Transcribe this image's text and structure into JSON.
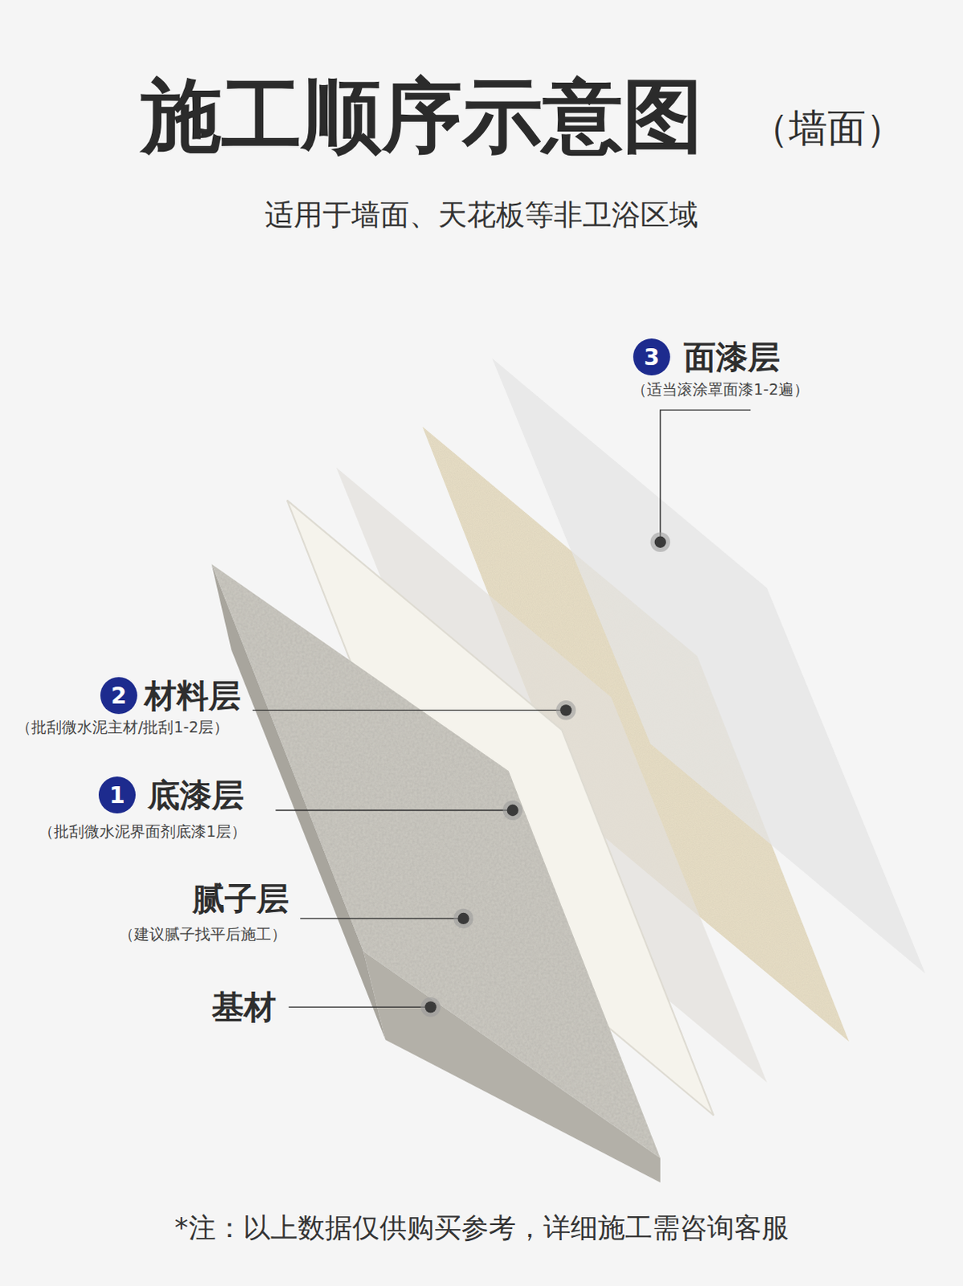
{
  "diagram": {
    "title": "施工顺序示意图",
    "nodes": [
      {
        "text": [
          "3"
        ]
      },
      {
        "text": [
          "2"
        ]
      },
      {
        "text": [
          "1"
        ]
      }
    ],
    "labels": [
      "（墙面）",
      "适用于墙面、天花板等非卫浴区域",
      "面漆层",
      "（适当滚涂罩面漆1-2遍）",
      "材料层",
      "（批刮微水泥主材/批刮1-2层）",
      "底漆层",
      "（批刮微水泥界面剂底漆1层）",
      "腻子层",
      "（建议腻子找平后施工）",
      "基材",
      "*注：以上数据仅供购买参考，详细施工需咨询客服"
    ]
  }
}
